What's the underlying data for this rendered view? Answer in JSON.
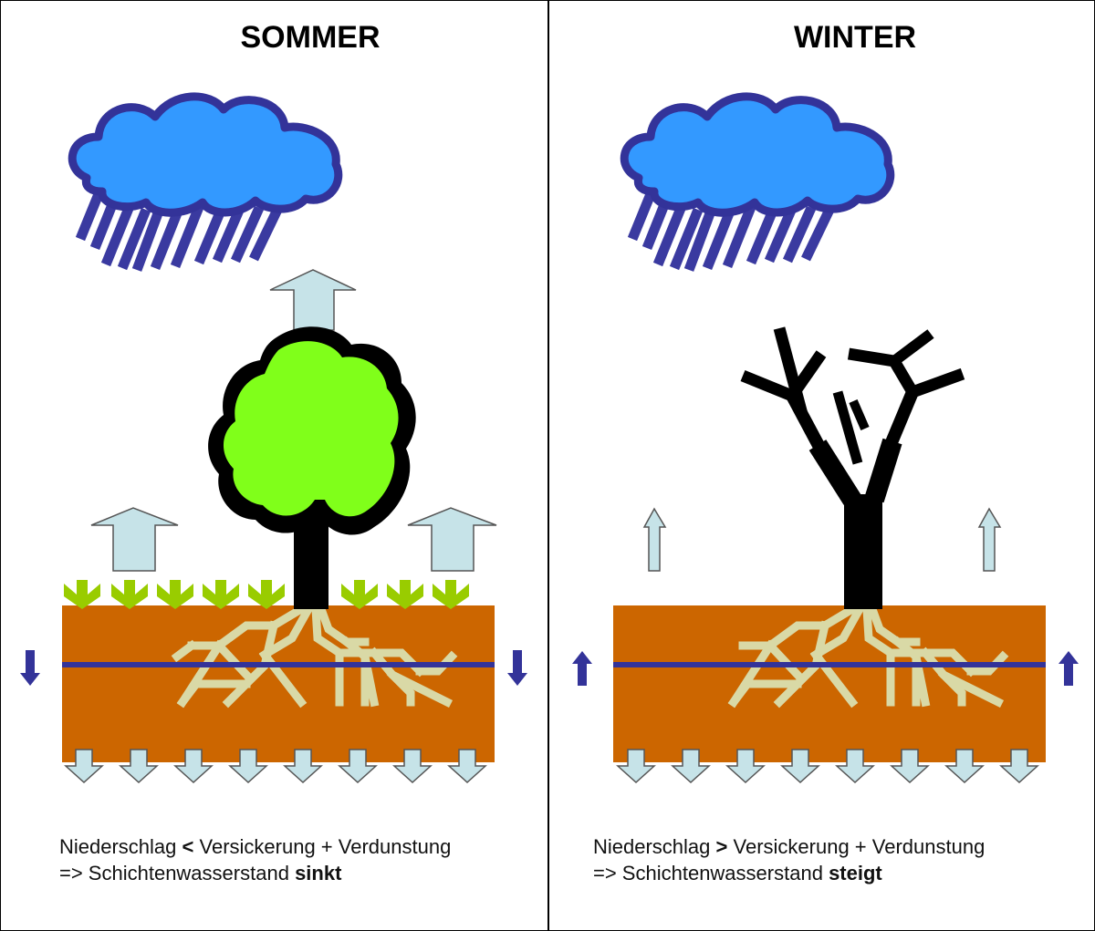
{
  "panels": {
    "sommer": {
      "title": "SOMMER",
      "caption_line1": {
        "left": "Niederschlag",
        "op": "<",
        "right": "Versickerung + Verdunstung"
      },
      "caption_line2": {
        "prefix": "=> Schichtenwasserstand",
        "trend": "sinkt"
      }
    },
    "winter": {
      "title": "WINTER",
      "caption_line1": {
        "left": "Niederschlag",
        "op": ">",
        "right": "Versickerung + Verdunstung"
      },
      "caption_line2": {
        "prefix": "=> Schichtenwasserstand",
        "trend": "steigt"
      }
    }
  },
  "colors": {
    "cloud_fill": "#3399ff",
    "cloud_outline": "#333399",
    "rain": "#3a3aa0",
    "soil": "#cc6600",
    "water_table": "#333399",
    "roots": "#d9d9a6",
    "evaporation_arrow": "#c6e3e8",
    "foliage": "#80ff1a",
    "grass": "#99cc00",
    "trunk": "#000000"
  },
  "icons": [
    "cloud-icon",
    "rain-icon",
    "tree-icon",
    "bare-tree-icon",
    "grass-icon",
    "arrow-up-icon",
    "arrow-down-icon",
    "water-level-arrow-icon"
  ]
}
